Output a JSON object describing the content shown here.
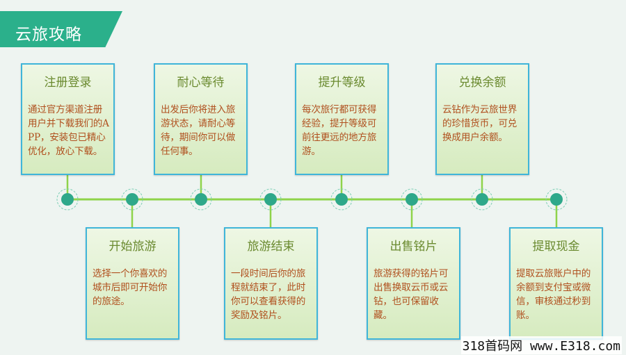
{
  "header": {
    "title": "云旅攻略"
  },
  "steps_top": [
    {
      "title": "注册登录",
      "body": "通过官方渠道注册用户并下载我们的APP，安装包已精心优化，放心下载。"
    },
    {
      "title": "耐心等待",
      "body": "出发后你将进入旅游状态，请耐心等待，期间你可以做任何事。"
    },
    {
      "title": "提升等级",
      "body": "每次旅行都可获得经验，提升等级可前往更远的地方旅游。"
    },
    {
      "title": "兑换余额",
      "body": "云钻作为云旅世界的珍惜货币，可兑换成用户余额。"
    }
  ],
  "steps_bottom": [
    {
      "title": "开始旅游",
      "body": "选择一个你喜欢的城市后即可开始你的旅途。"
    },
    {
      "title": "旅游结束",
      "body": "一段时间后你的旅程就结束了，此时你可以查看获得的奖励及铭片。"
    },
    {
      "title": "出售铭片",
      "body": "旅游获得的铭片可出售换取云币或云钻，也可保留收藏。"
    },
    {
      "title": "提取现金",
      "body": "提取云旅账户中的余额到支付宝或微信，审核通过秒到账。"
    }
  ],
  "watermark": "318首码网 www.E318.com",
  "colors": {
    "banner": "#2bb08b",
    "card_border": "#3fb5d9",
    "card_title": "#6a8a2f",
    "card_body": "#b0501e",
    "timeline_line": "#8fd34a",
    "node_fill": "#2ea88a"
  }
}
